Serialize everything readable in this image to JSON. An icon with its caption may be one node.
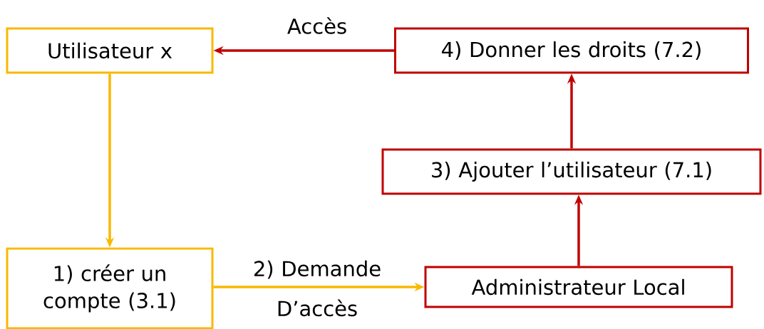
{
  "diagram": {
    "nodes": [
      {
        "text": [
          "Utilisateur x"
        ]
      },
      {
        "text": [
          "1) créer un compte (3.1)"
        ]
      },
      {
        "text": [
          "Administrateur Local"
        ]
      },
      {
        "text": [
          "3) Ajouter l’utilisateur (7.1)"
        ]
      },
      {
        "text": [
          "4) Donner les droits (7.2)"
        ]
      }
    ],
    "edges": [
      {
        "from": 0,
        "to": 1,
        "arrow": "to",
        "color": "#f9b800"
      },
      {
        "from": 1,
        "to": 2,
        "arrow": "to",
        "color": "#f9b800",
        "label": "2) Demande D’accès"
      },
      {
        "from": 2,
        "to": 3,
        "arrow": "to"
      },
      {
        "from": 3,
        "to": 4,
        "arrow": "to"
      },
      {
        "from": 4,
        "to": 0,
        "arrow": "to",
        "label": "Accès"
      }
    ]
  }
}
